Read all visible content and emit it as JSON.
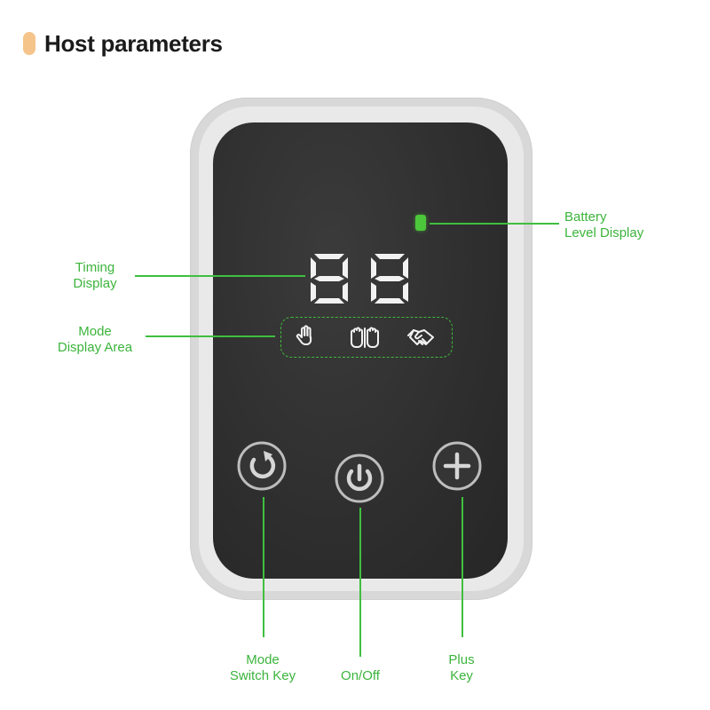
{
  "header": {
    "title": "Host parameters"
  },
  "labels": {
    "battery_line1": "Battery",
    "battery_line2": "Level Display",
    "timing_line1": "Timing",
    "timing_line2": "Display",
    "mode_area_line1": "Mode",
    "mode_area_line2": "Display Area",
    "mode_key_line1": "Mode",
    "mode_key_line2": "Switch Key",
    "onoff": "On/Off",
    "plus_line1": "Plus",
    "plus_line2": "Key"
  },
  "display": {
    "digits": "88"
  },
  "colors": {
    "accent": "#3cb43c",
    "battery": "#4cc63a",
    "header_pill": "#f5c48a",
    "face": "#2e2e2e"
  },
  "icons": [
    "hand-icon",
    "two-hands-icon",
    "handshake-icon",
    "refresh-icon",
    "power-icon",
    "plus-icon"
  ]
}
